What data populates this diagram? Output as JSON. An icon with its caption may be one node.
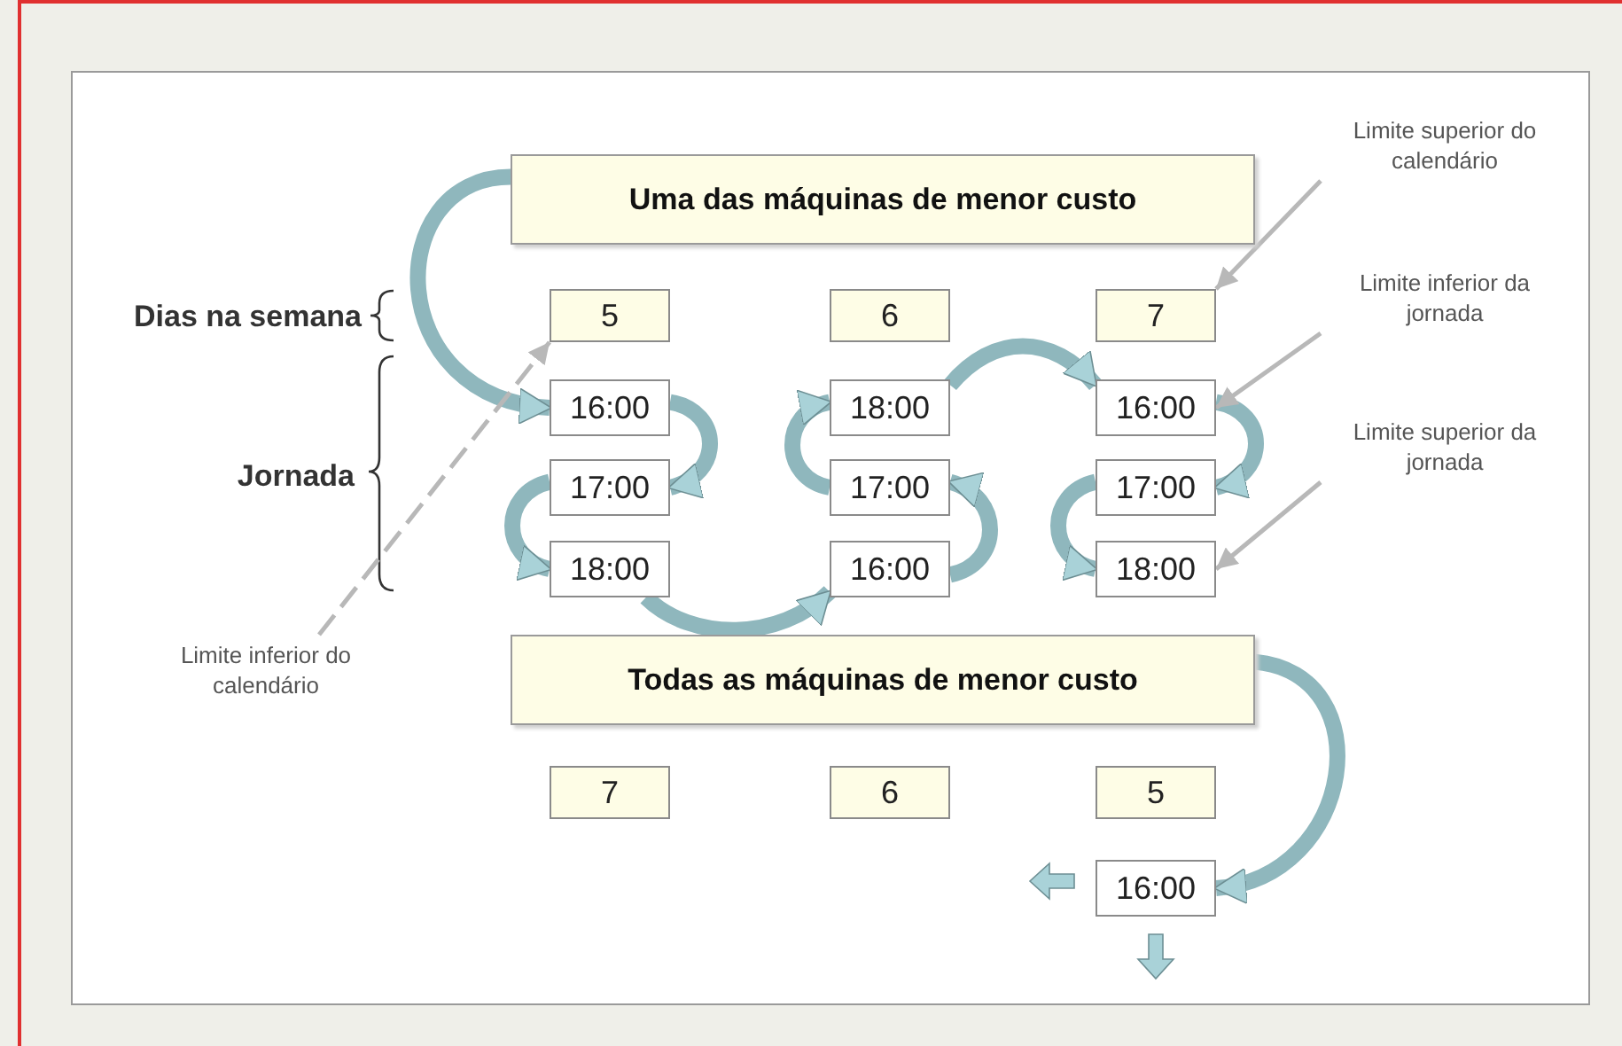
{
  "diagram": {
    "nodes": [
      {
        "text": [
          "Uma das máquinas de menor custo"
        ]
      },
      {
        "text": [
          "5"
        ]
      },
      {
        "text": [
          "6"
        ]
      },
      {
        "text": [
          "7"
        ]
      },
      {
        "text": [
          "16:00"
        ]
      },
      {
        "text": [
          "17:00"
        ]
      },
      {
        "text": [
          "18:00"
        ]
      },
      {
        "text": [
          "18:00"
        ]
      },
      {
        "text": [
          "17:00"
        ]
      },
      {
        "text": [
          "16:00"
        ]
      },
      {
        "text": [
          "16:00"
        ]
      },
      {
        "text": [
          "17:00"
        ]
      },
      {
        "text": [
          "18:00"
        ]
      },
      {
        "text": [
          "Todas as máquinas de menor custo"
        ]
      },
      {
        "text": [
          "7"
        ]
      },
      {
        "text": [
          "6"
        ]
      },
      {
        "text": [
          "5"
        ]
      },
      {
        "text": [
          "16:00"
        ]
      },
      {
        "text": [
          "Limite superior do calendário"
        ]
      },
      {
        "text": [
          "Limite inferior da jornada"
        ]
      },
      {
        "text": [
          "Limite superior da jornada"
        ]
      },
      {
        "text": [
          "Limite inferior do calendário"
        ]
      }
    ],
    "edges": [
      {
        "from": 0,
        "to": 4,
        "arrow": "to"
      },
      {
        "from": 4,
        "to": 5,
        "arrow": "to"
      },
      {
        "from": 5,
        "to": 6,
        "arrow": "to"
      },
      {
        "from": 6,
        "to": 9,
        "arrow": "to"
      },
      {
        "from": 9,
        "to": 8,
        "arrow": "to"
      },
      {
        "from": 8,
        "to": 7,
        "arrow": "to"
      },
      {
        "from": 7,
        "to": 10,
        "arrow": "to"
      },
      {
        "from": 10,
        "to": 11,
        "arrow": "to"
      },
      {
        "from": 11,
        "to": 12,
        "arrow": "to"
      },
      {
        "from": 13,
        "to": 17,
        "arrow": "to"
      },
      {
        "from": 18,
        "to": 3,
        "arrow": "to",
        "color": "#b8b8b8"
      },
      {
        "from": 19,
        "to": 10,
        "arrow": "to",
        "color": "#b8b8b8"
      },
      {
        "from": 20,
        "to": 12,
        "arrow": "to",
        "color": "#b8b8b8"
      },
      {
        "from": 21,
        "to": 1,
        "arrow": "to",
        "style": "dashed",
        "color": "#b8b8b8"
      }
    ],
    "labels": [
      "Dias na semana",
      "Jornada"
    ]
  }
}
